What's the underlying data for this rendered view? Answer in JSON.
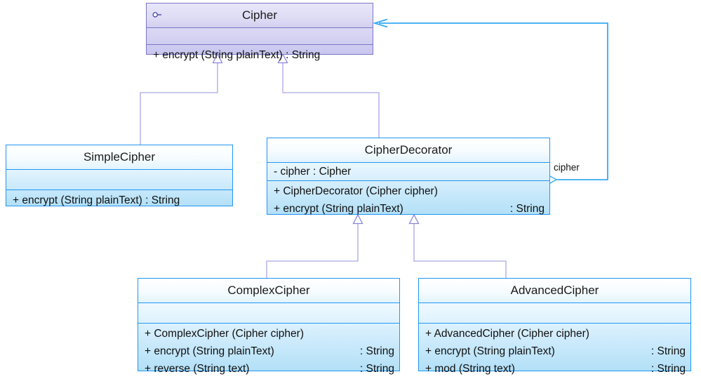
{
  "diagram": {
    "type": "uml-class-diagram",
    "title": "Cipher Decorator Pattern",
    "palette": {
      "class_border": "#2196f3",
      "class_fill_top": "#ffffff",
      "class_fill_bottom": "#b3e0f7",
      "interface_border": "#7b78c8",
      "interface_fill": "#cfcceF",
      "generalization_line": "#a9a6e8",
      "association_line": "#36a9f5",
      "text": "#101010",
      "background": "#ffffff"
    },
    "classes": [
      {
        "id": "cipher",
        "name": "Cipher",
        "stereotype": "interface",
        "icon": "interface-lollipop-icon",
        "attributes": [],
        "operations": [
          {
            "signature": "+ encrypt (String plainText) : String",
            "type": ""
          }
        ]
      },
      {
        "id": "simple-cipher",
        "name": "SimpleCipher",
        "stereotype": "class",
        "attributes": [],
        "operations": [
          {
            "signature": "+ encrypt (String plainText) : String",
            "type": ""
          }
        ]
      },
      {
        "id": "cipher-decorator",
        "name": "CipherDecorator",
        "stereotype": "class",
        "attributes": [
          {
            "signature": "- cipher  : Cipher",
            "type": ""
          }
        ],
        "operations": [
          {
            "signature": "+ CipherDecorator (Cipher cipher)",
            "type": ""
          },
          {
            "signature": "+ encrypt (String plainText)",
            "type": ": String"
          }
        ]
      },
      {
        "id": "complex-cipher",
        "name": "ComplexCipher",
        "stereotype": "class",
        "attributes": [],
        "operations": [
          {
            "signature": "+ ComplexCipher (Cipher cipher)",
            "type": ""
          },
          {
            "signature": "+ encrypt (String plainText)",
            "type": ": String"
          },
          {
            "signature": "+ reverse (String text)",
            "type": ": String"
          }
        ]
      },
      {
        "id": "advanced-cipher",
        "name": "AdvancedCipher",
        "stereotype": "class",
        "attributes": [],
        "operations": [
          {
            "signature": "+ AdvancedCipher (Cipher cipher)",
            "type": ""
          },
          {
            "signature": "+ encrypt (String plainText)",
            "type": ": String"
          },
          {
            "signature": "+ mod (String text)",
            "type": ": String"
          }
        ]
      }
    ],
    "relationships": [
      {
        "id": "rel-simple-cipher",
        "kind": "generalization",
        "from": "SimpleCipher",
        "to": "Cipher",
        "label": ""
      },
      {
        "id": "rel-decorator-cipher",
        "kind": "generalization",
        "from": "CipherDecorator",
        "to": "Cipher",
        "label": ""
      },
      {
        "id": "rel-complex-decorator",
        "kind": "generalization",
        "from": "ComplexCipher",
        "to": "CipherDecorator",
        "label": ""
      },
      {
        "id": "rel-advanced-decorator",
        "kind": "generalization",
        "from": "AdvancedCipher",
        "to": "CipherDecorator",
        "label": ""
      },
      {
        "id": "rel-aggregation",
        "kind": "aggregation",
        "from": "CipherDecorator",
        "to": "Cipher",
        "label": "cipher"
      }
    ],
    "labels": {
      "aggregation_role": "cipher"
    }
  }
}
